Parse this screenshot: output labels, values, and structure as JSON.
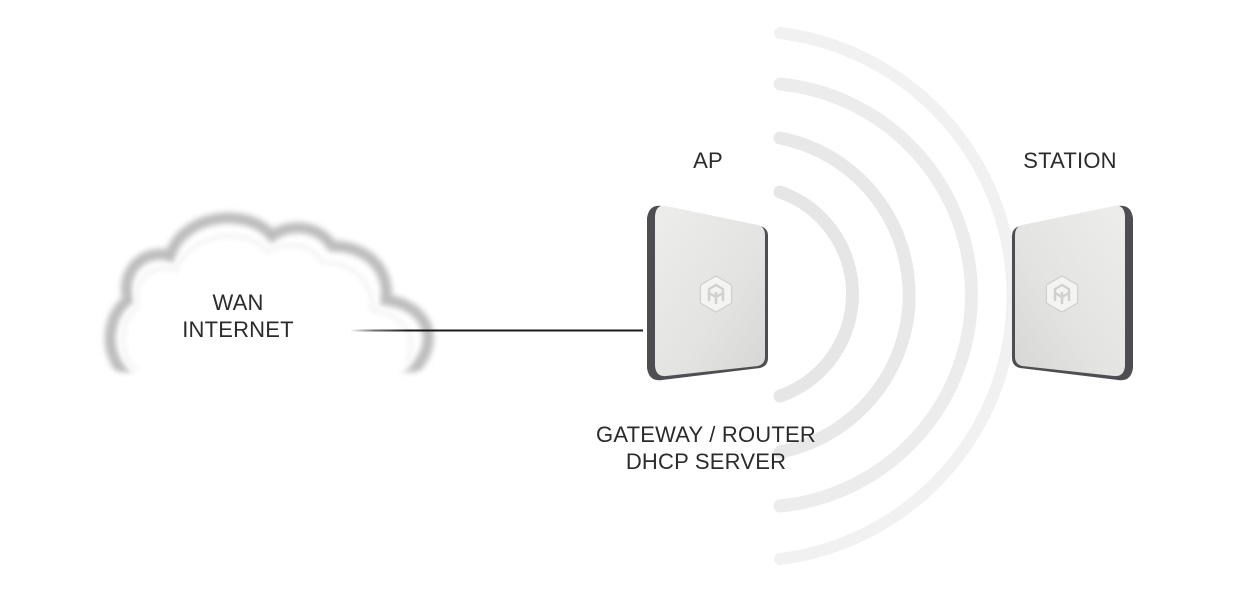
{
  "wan": {
    "line1": "WAN",
    "line2": "INTERNET",
    "icon": "cloud-icon"
  },
  "ap": {
    "label": "AP",
    "role_line1": "GATEWAY / ROUTER",
    "role_line2": "DHCP SERVER",
    "icon": "access-point-device-icon"
  },
  "station": {
    "label": "STATION",
    "icon": "station-device-icon"
  },
  "link": {
    "type": "wired",
    "from": "WAN INTERNET",
    "to": "AP"
  },
  "wireless": {
    "icon": "wireless-signal-arcs",
    "arc_count": 4
  },
  "colors": {
    "text": "#2b2b2b",
    "device_body": "#e3e3e1",
    "device_frame": "#4e4e52",
    "signal": "#e6e6e6",
    "cloud_outline": "#bdbdbd"
  }
}
